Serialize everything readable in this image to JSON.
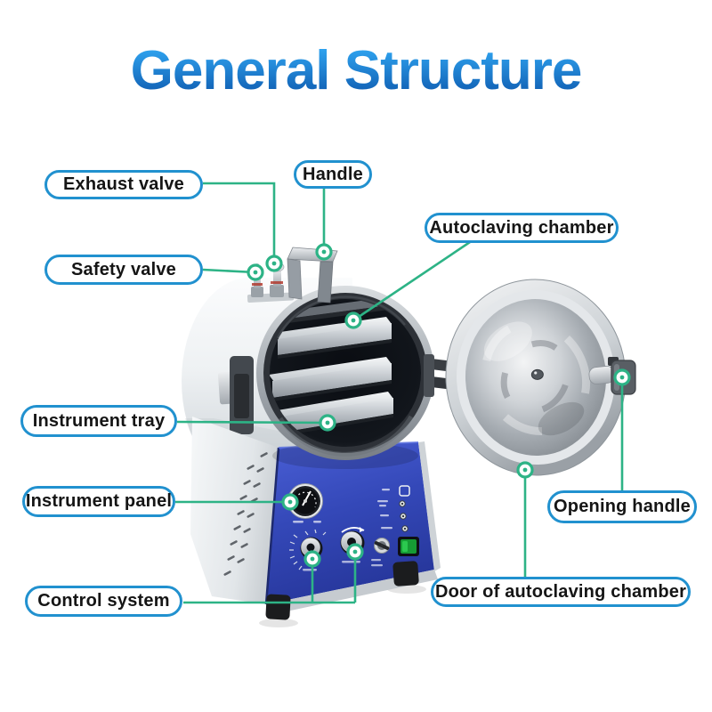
{
  "title": "General Structure",
  "labels": {
    "exhaust_valve": "Exhaust valve",
    "handle": "Handle",
    "safety_valve": "Safety valve",
    "autoclaving_chamber": "Autoclaving chamber",
    "instrument_tray": "Instrument tray",
    "instrument_panel": "Instrument panel",
    "control_system": "Control system",
    "opening_handle": "Opening handle",
    "door_of_autoclaving_chamber": "Door of autoclaving chamber"
  },
  "colors": {
    "title_top": "#2fa3ef",
    "title_bottom": "#0f5cb0",
    "label_border": "#2191cf",
    "line_green": "#2db386",
    "panel_blue": "#3448b8"
  }
}
